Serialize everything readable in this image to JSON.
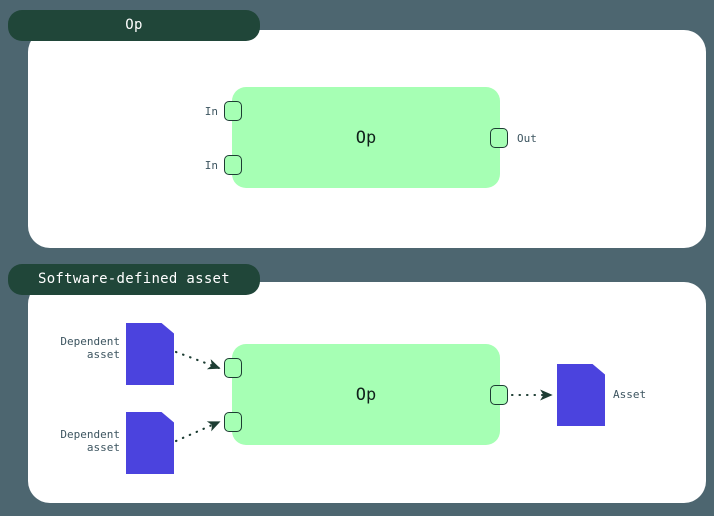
{
  "background_color": "#4d6670",
  "palette": {
    "panel": "#ffffff",
    "tab": "#204639",
    "tab_text": "#ffffff",
    "op_box": "#a6ffb4",
    "op_box_text": "#10211b",
    "port_border": "#1d3d33",
    "asset": "#4b43de",
    "label_text": "#3d5560",
    "edge": "#1d3d33"
  },
  "panels": [
    {
      "id": "op",
      "tab_label": "Op",
      "op_label": "Op",
      "inputs": [
        {
          "label": "In"
        },
        {
          "label": "In"
        }
      ],
      "outputs": [
        {
          "label": "Out"
        }
      ]
    },
    {
      "id": "software-defined-asset",
      "tab_label": "Software-defined asset",
      "op_label": "Op",
      "inputs": [
        {
          "label": "Dependent\nasset"
        },
        {
          "label": "Dependent\nasset"
        }
      ],
      "outputs": [
        {
          "label": "Asset"
        }
      ]
    }
  ],
  "labels": {
    "panel1": {
      "tab": "Op",
      "op": "Op",
      "in1": "In",
      "in2": "In",
      "out": "Out"
    },
    "panel2": {
      "tab": "Software-defined asset",
      "op": "Op",
      "dep1_line1": "Dependent",
      "dep1_line2": "asset",
      "dep2_line1": "Dependent",
      "dep2_line2": "asset",
      "asset_out": "Asset"
    }
  },
  "icons": {
    "asset": "asset-document-icon",
    "port": "port-square-icon",
    "arrow": "dotted-arrow-icon"
  }
}
